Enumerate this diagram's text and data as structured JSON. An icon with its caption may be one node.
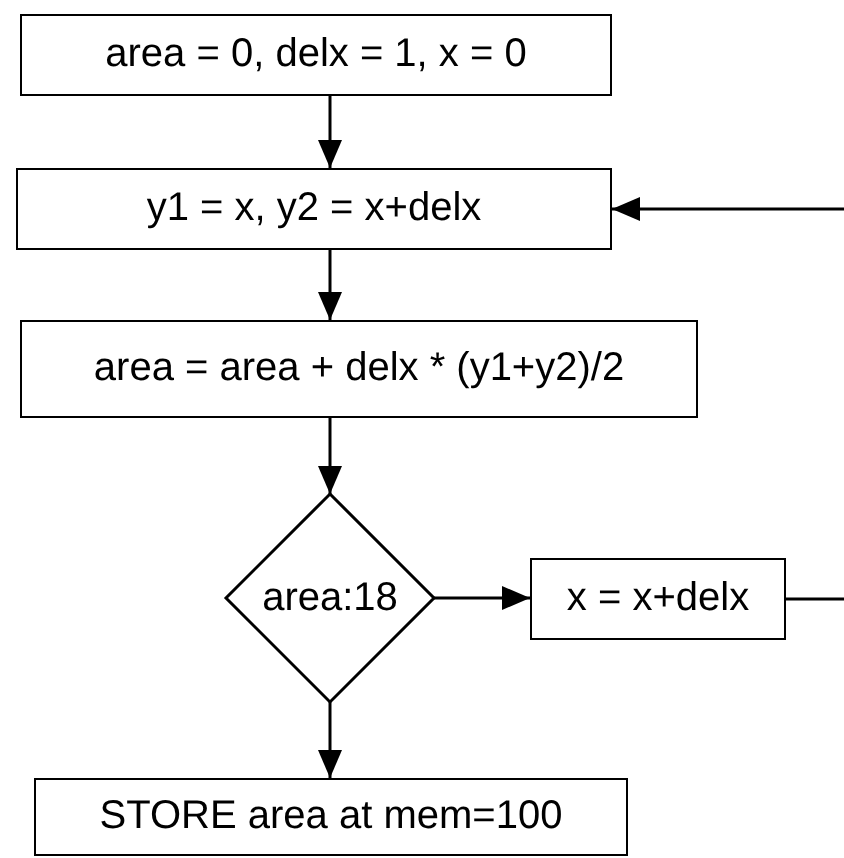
{
  "diagram": {
    "nodes": [
      {
        "text": [
          "area = 0, delx = 1, x = 0"
        ]
      },
      {
        "text": [
          "y1 = x, y2 = x+delx"
        ]
      },
      {
        "text": [
          "area = area + delx * (y1+y2)/2"
        ]
      },
      {
        "text": [
          "area:18"
        ]
      },
      {
        "text": [
          "x = x+delx"
        ]
      },
      {
        "text": [
          "STORE area at mem=100"
        ]
      }
    ],
    "edges": [
      {
        "from": 0,
        "to": 1,
        "arrow": "to"
      },
      {
        "from": 1,
        "to": 2,
        "arrow": "to"
      },
      {
        "from": 2,
        "to": 3,
        "arrow": "to"
      },
      {
        "from": 3,
        "to": 4,
        "arrow": "to"
      },
      {
        "from": 3,
        "to": 5,
        "arrow": "to"
      },
      {
        "from": null,
        "to": 1,
        "arrow": "to"
      },
      {
        "from": 4,
        "to": null,
        "arrow": "none"
      }
    ]
  }
}
